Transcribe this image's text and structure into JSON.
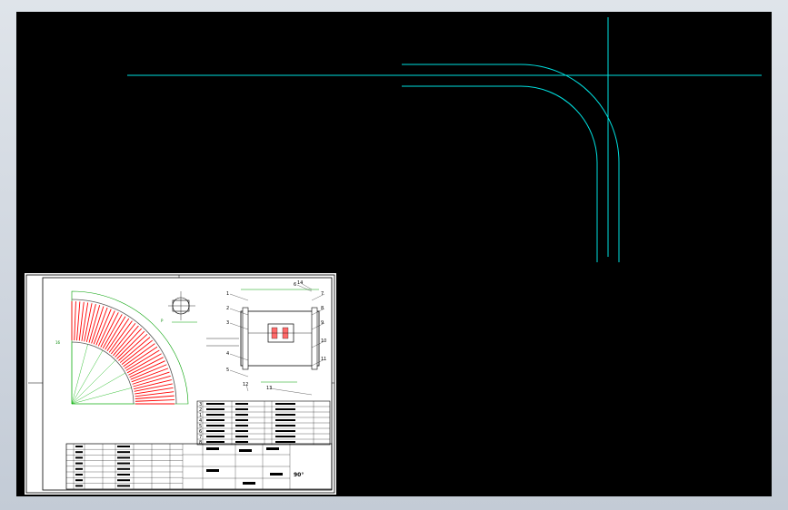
{
  "drawing": {
    "view": "CAD model space",
    "line_color": "#00e0e0",
    "background": "#000000"
  },
  "thumbnail": {
    "title_text": "90°",
    "dim_color": "#00b000",
    "roller_color": "#ff0000",
    "callouts": [
      "1",
      "2",
      "3",
      "4",
      "5",
      "6",
      "7",
      "8",
      "9",
      "10",
      "11",
      "12",
      "13",
      "14"
    ],
    "table_marks": [
      "3",
      "2",
      "1",
      "4",
      "5",
      "6",
      "7",
      "8"
    ]
  }
}
